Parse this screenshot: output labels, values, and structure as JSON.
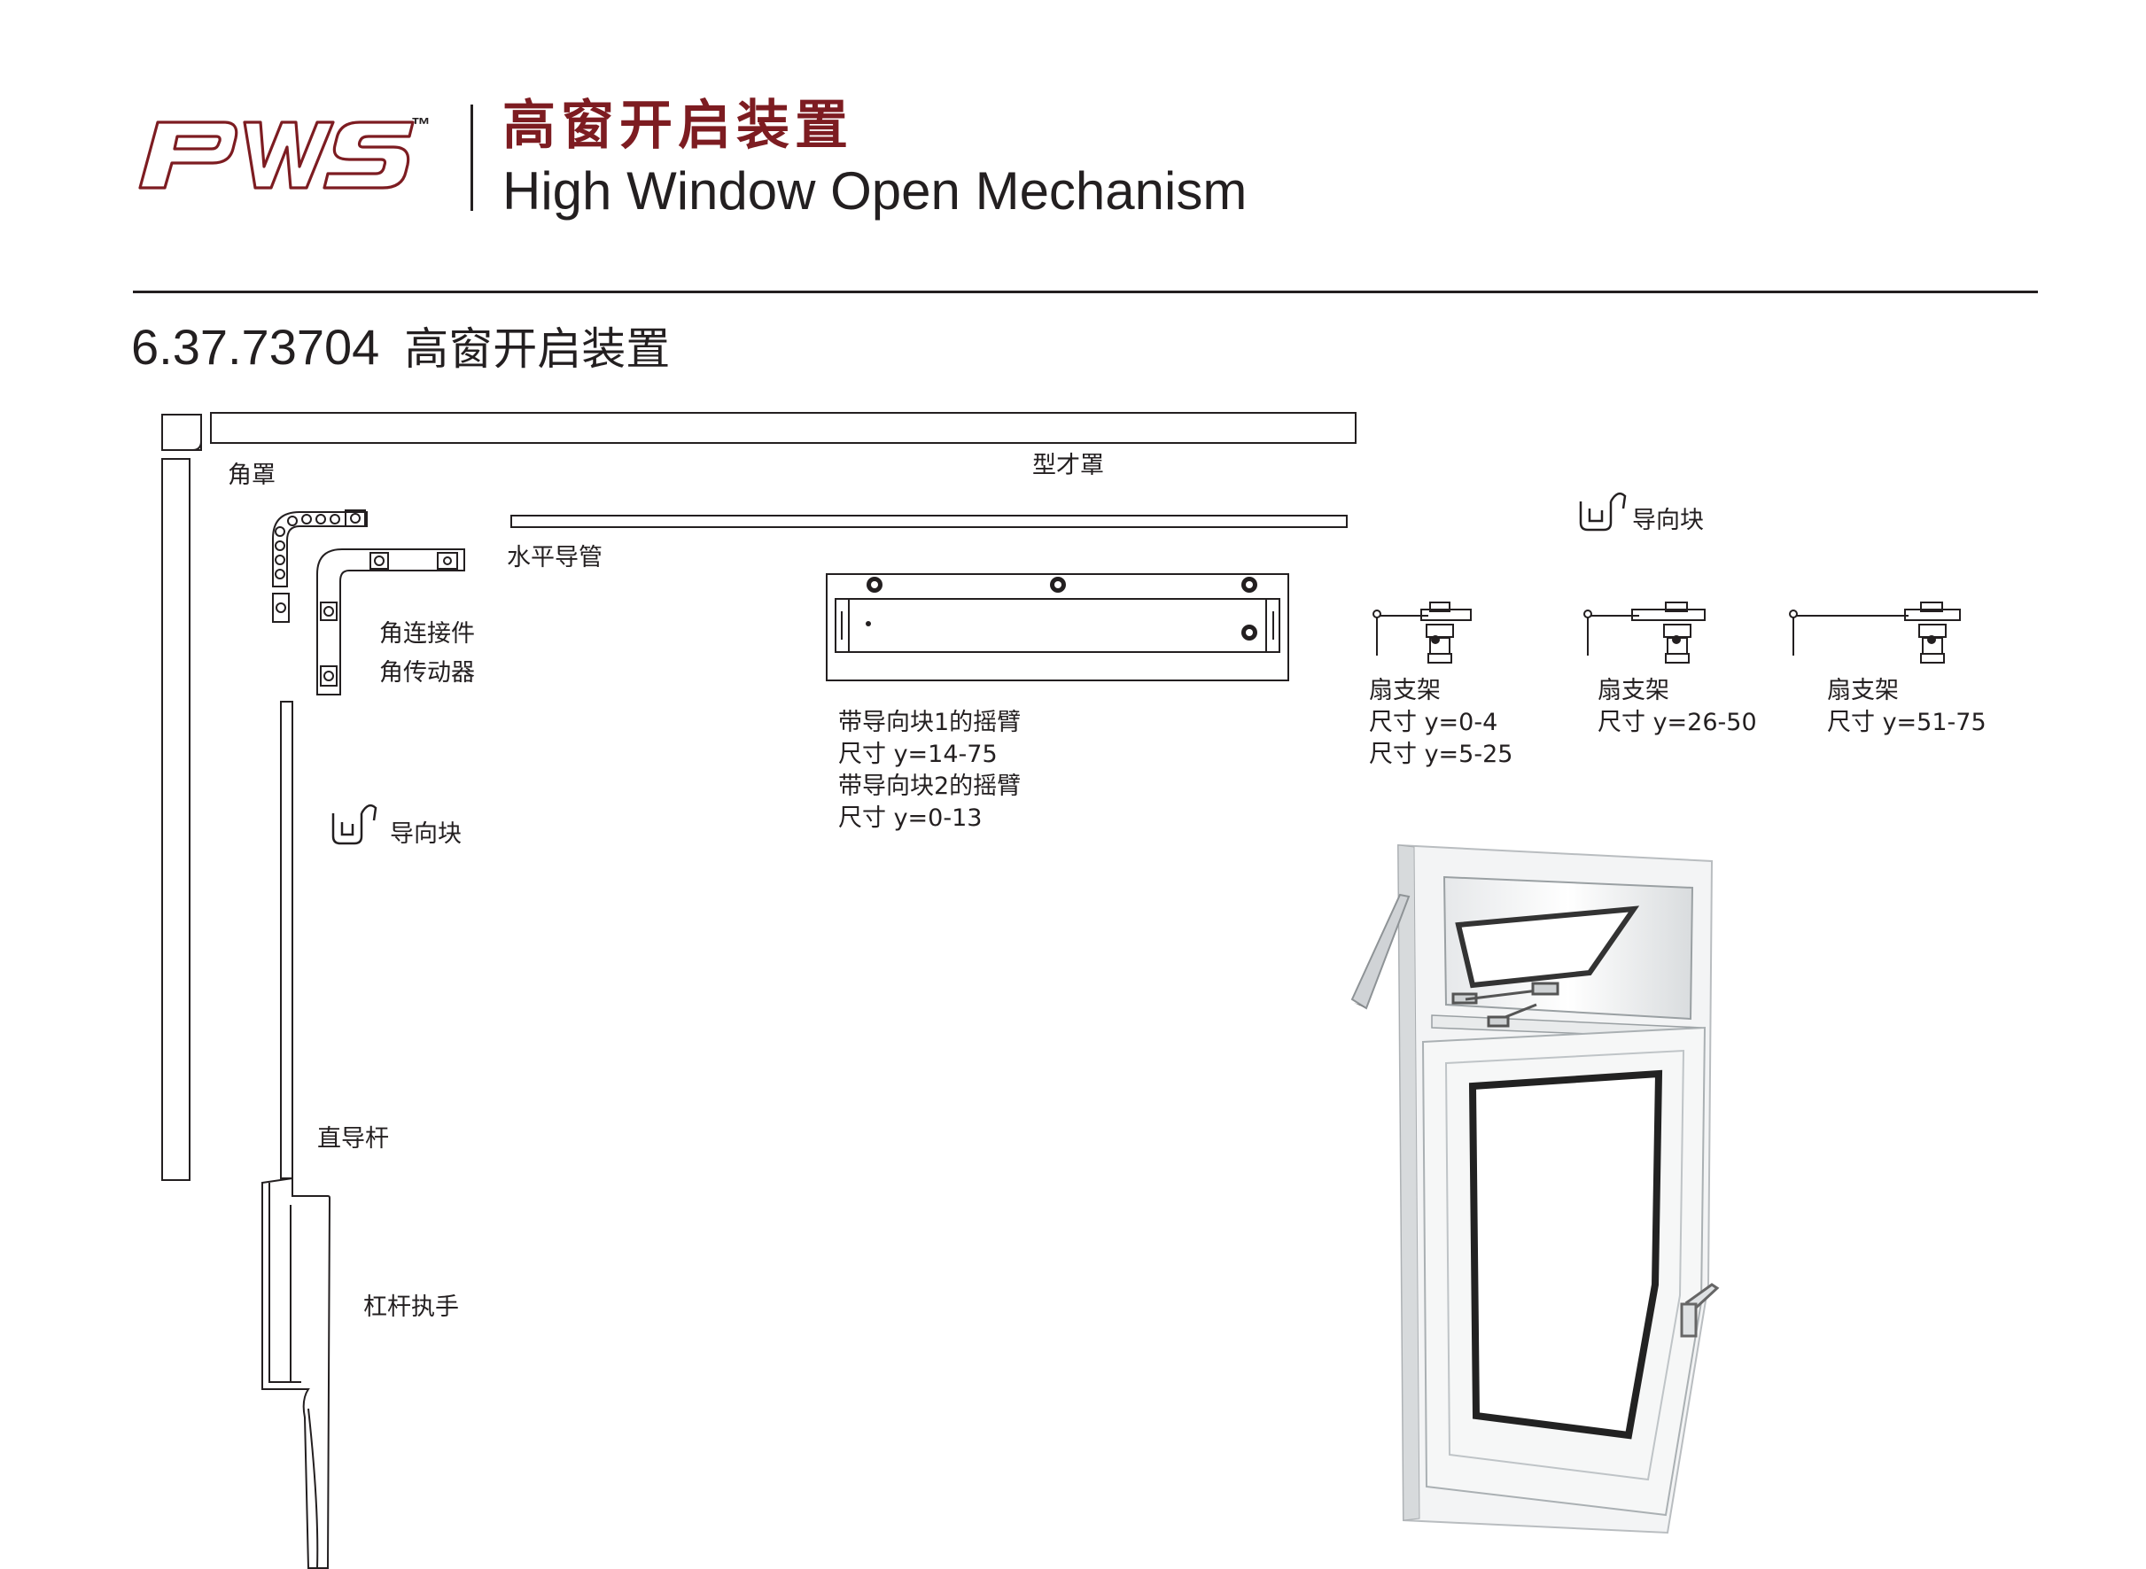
{
  "header": {
    "logo": "PWS",
    "trademark": "™",
    "title_cn": "高窗开启装置",
    "title_en": "High Window Open Mechanism"
  },
  "section": {
    "code": "6.37.73704",
    "name": "高窗开启装置"
  },
  "parts": {
    "corner_cover": "角罩",
    "profile_cover": "型才罩",
    "horizontal_tube": "水平导管",
    "guide_block_top": "导向块",
    "corner_connector": "角连接件",
    "corner_drive": "角传动器",
    "guide_block_left": "导向块",
    "straight_rod": "直导杆",
    "lever_handle": "杠杆执手",
    "swing_arm": {
      "line1": "带导向块1的摇臂",
      "line2": "尺寸 y=14-75",
      "line3": "带导向块2的摇臂",
      "line4": "尺寸 y=0-13"
    },
    "sash_bracket_1": {
      "name": "扇支架",
      "size1": "尺寸 y=0-4",
      "size2": "尺寸 y=5-25"
    },
    "sash_bracket_2": {
      "name": "扇支架",
      "size1": "尺寸 y=26-50"
    },
    "sash_bracket_3": {
      "name": "扇支架",
      "size1": "尺寸 y=51-75"
    }
  },
  "colors": {
    "brand_red": "#7d1c21",
    "ink": "#231f20"
  }
}
